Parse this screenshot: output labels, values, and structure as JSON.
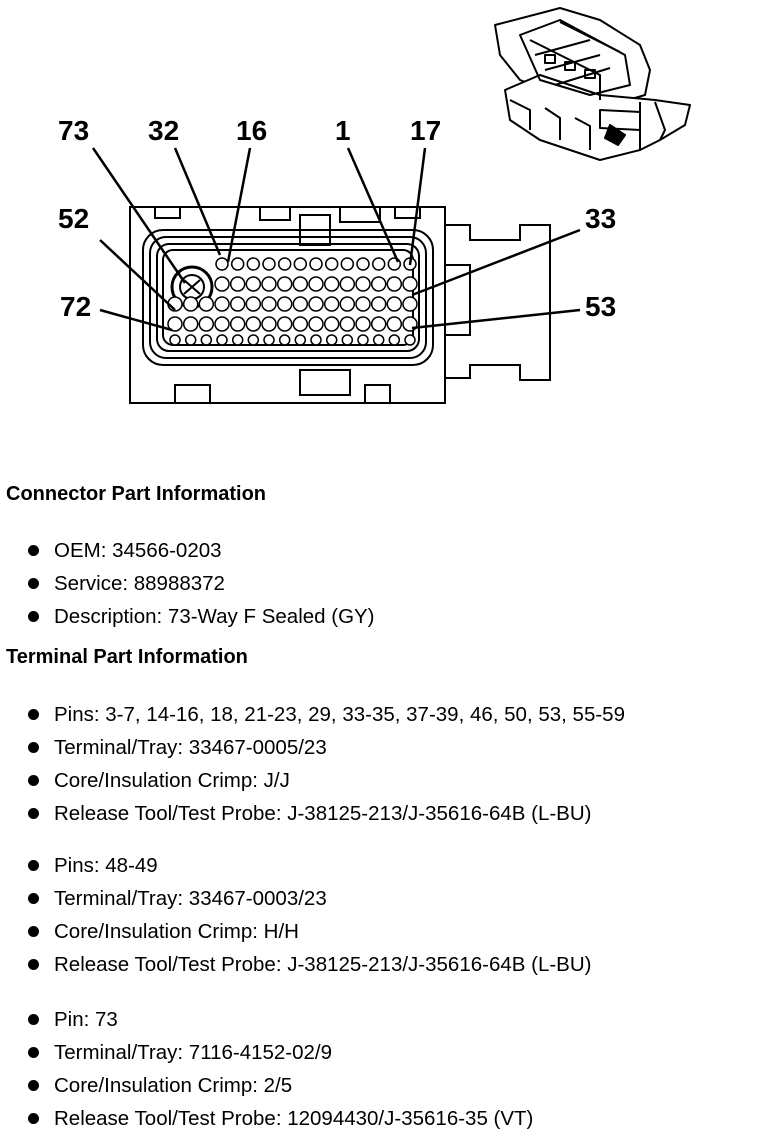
{
  "diagram": {
    "pin_labels": {
      "p73": "73",
      "p32": "32",
      "p16": "16",
      "p1": "1",
      "p17": "17",
      "p52": "52",
      "p33": "33",
      "p72": "72",
      "p53": "53"
    }
  },
  "connector": {
    "title": "Connector Part Information",
    "items": [
      "OEM: 34566-0203",
      "Service: 88988372",
      "Description: 73-Way F Sealed (GY)"
    ]
  },
  "terminal": {
    "title": "Terminal Part Information",
    "groups": [
      [
        "Pins: 3-7, 14-16, 18, 21-23, 29, 33-35, 37-39, 46, 50, 53, 55-59",
        "Terminal/Tray: 33467-0005/23",
        "Core/Insulation Crimp: J/J",
        "Release Tool/Test Probe: J-38125-213/J-35616-64B (L-BU)"
      ],
      [
        "Pins: 48-49",
        "Terminal/Tray: 33467-0003/23",
        "Core/Insulation Crimp: H/H",
        "Release Tool/Test Probe: J-38125-213/J-35616-64B (L-BU)"
      ],
      [
        "Pin: 73",
        "Terminal/Tray: 7116-4152-02/9",
        "Core/Insulation Crimp: 2/5",
        "Release Tool/Test Probe: 12094430/J-35616-35 (VT)"
      ]
    ]
  }
}
